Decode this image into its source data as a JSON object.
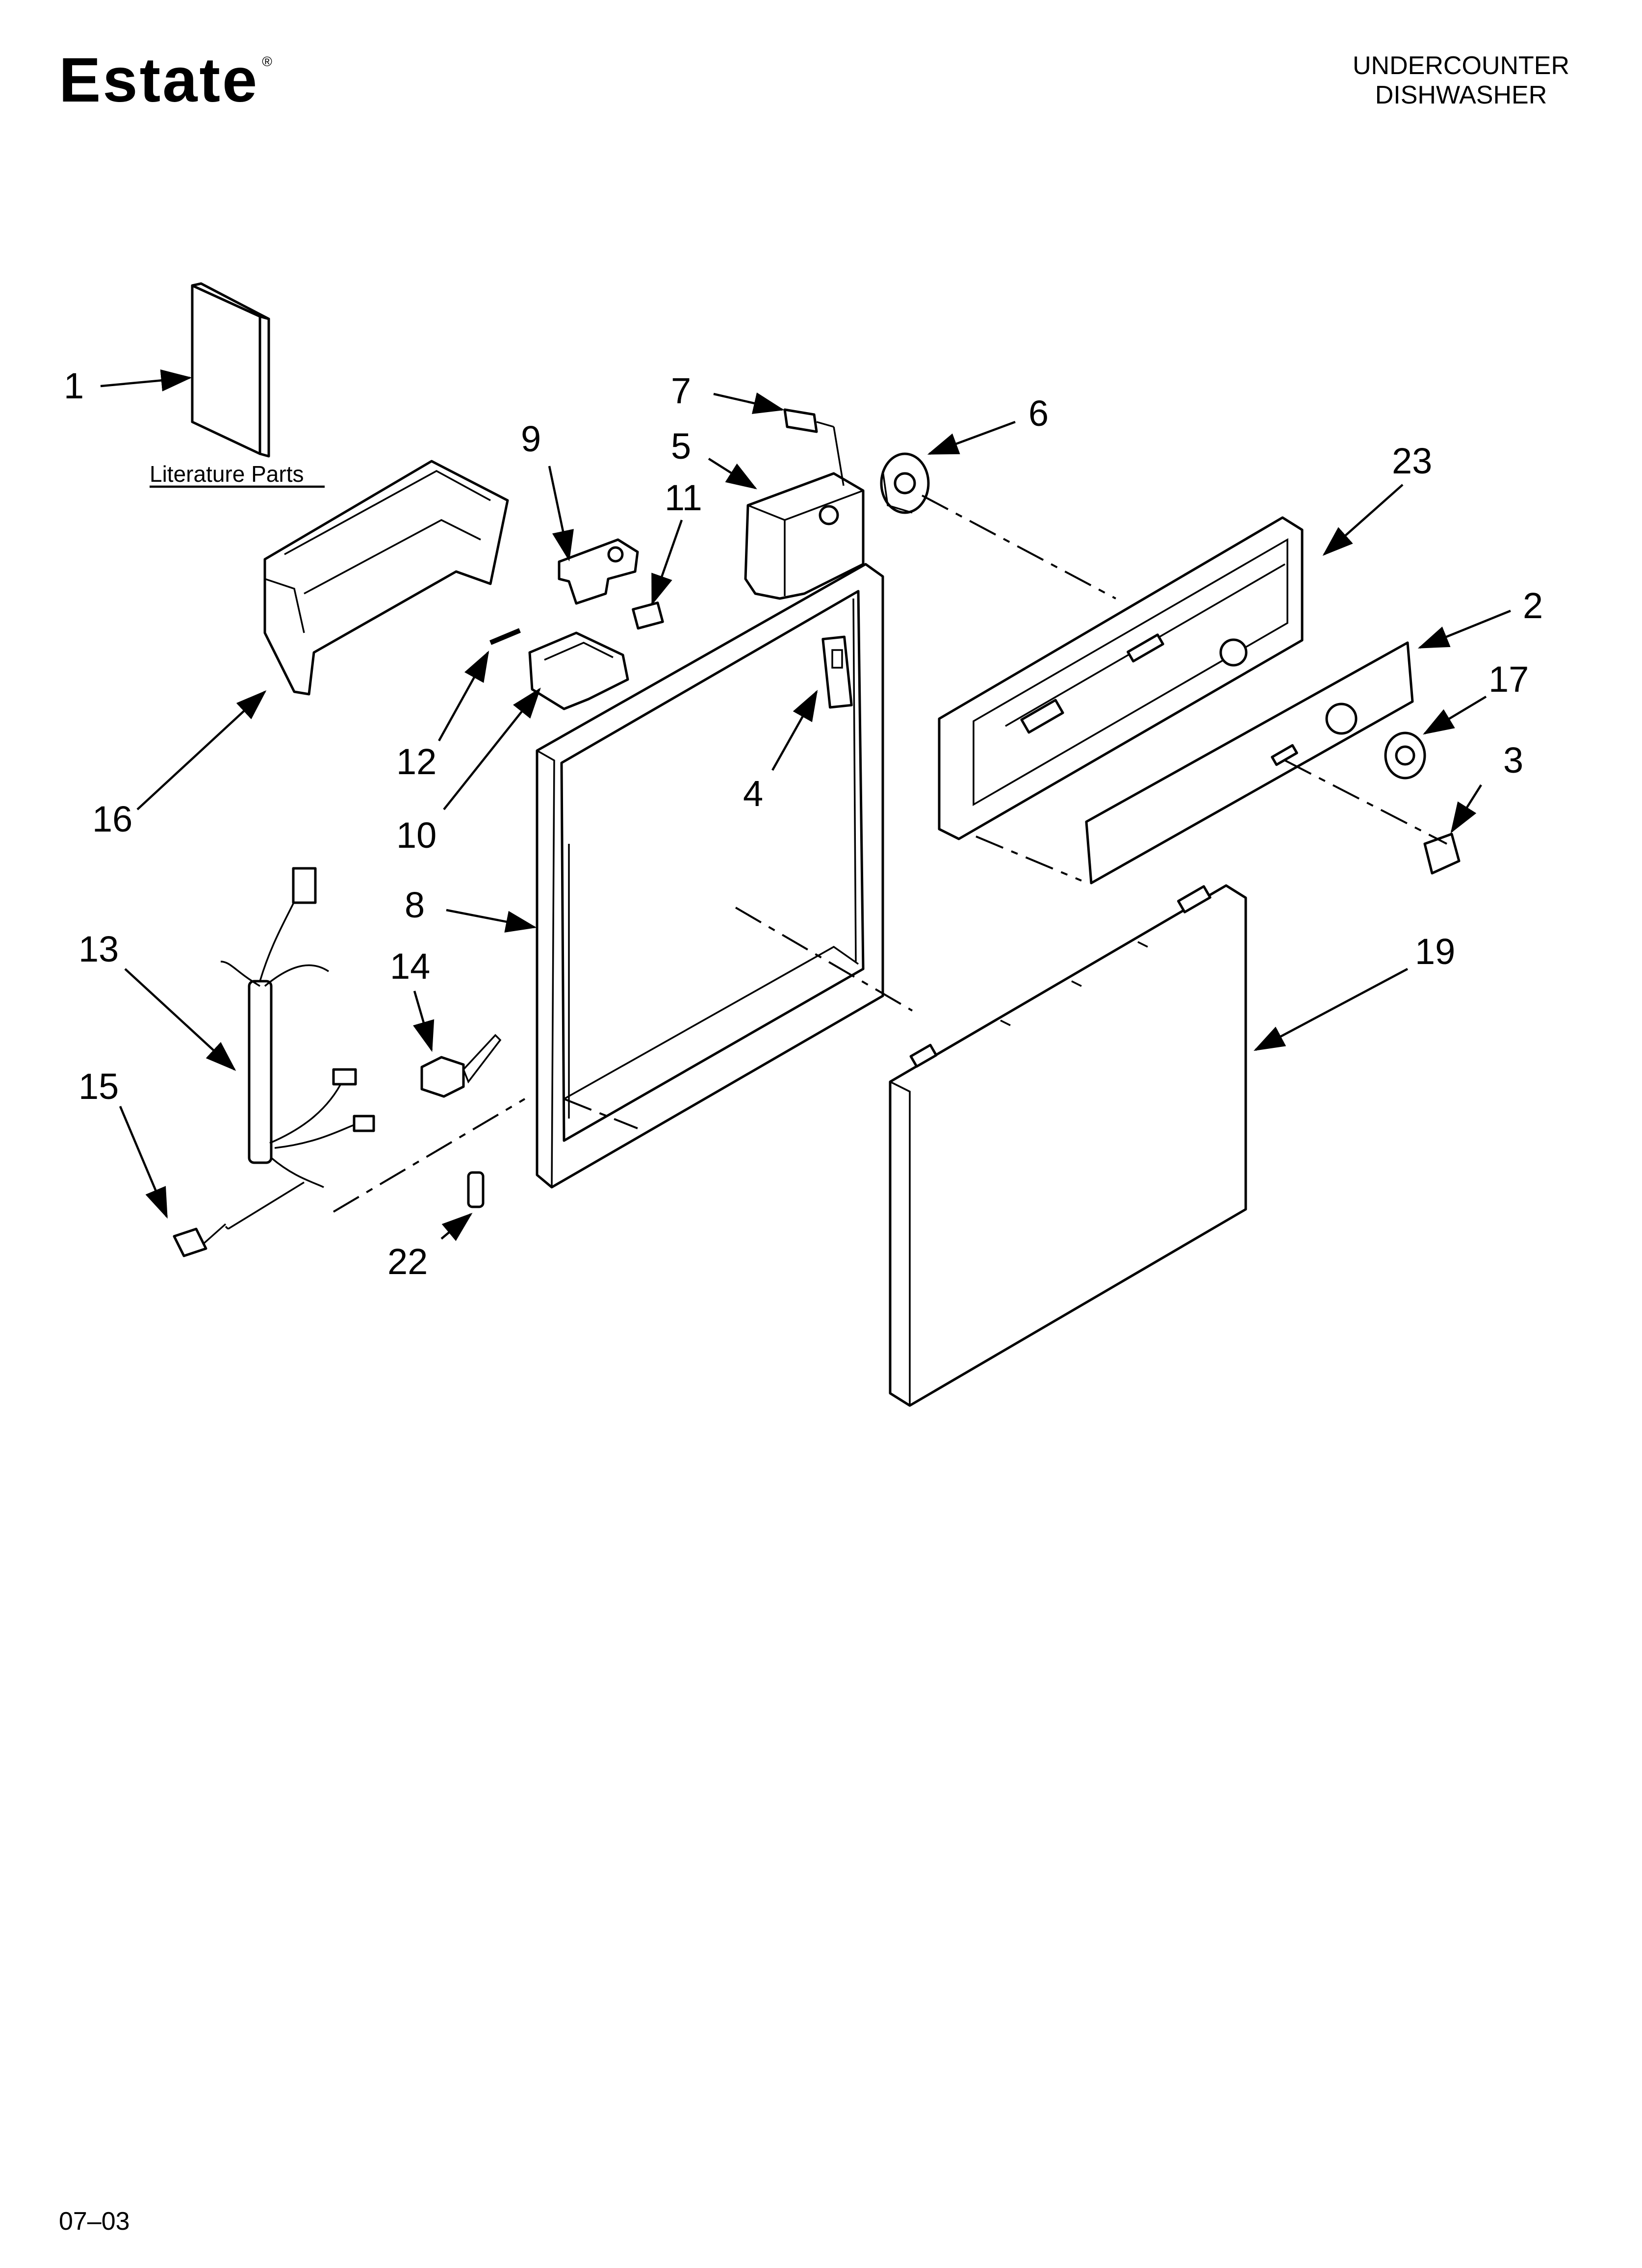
{
  "header": {
    "brand": "Estate",
    "brand_mark": "®",
    "product_line1": "UNDERCOUNTER",
    "product_line2": "DISHWASHER"
  },
  "literature_label": "Literature Parts",
  "callouts": {
    "c1": "1",
    "c2": "2",
    "c3": "3",
    "c4": "4",
    "c5": "5",
    "c6": "6",
    "c7": "7",
    "c8": "8",
    "c9": "9",
    "c10": "10",
    "c11": "11",
    "c12": "12",
    "c13": "13",
    "c14": "14",
    "c15": "15",
    "c16": "16",
    "c17": "17",
    "c19": "19",
    "c22": "22",
    "c23": "23"
  },
  "footer": {
    "code": "07–03"
  }
}
